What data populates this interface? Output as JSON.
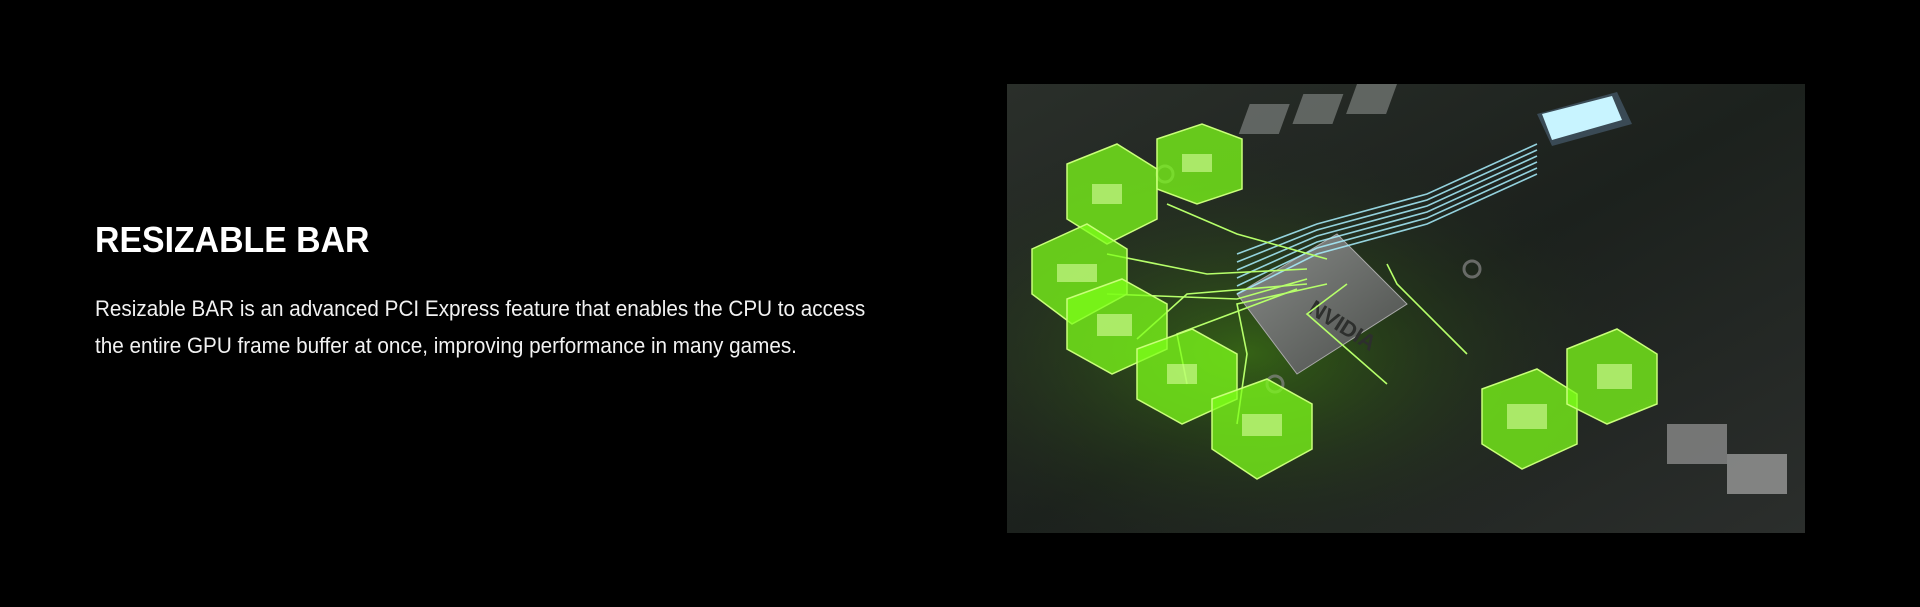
{
  "feature": {
    "title": "RESIZABLE BAR",
    "description": "Resizable BAR is an advanced PCI Express feature that enables the CPU to access the entire GPU frame buffer at once, improving performance in many games."
  },
  "illustration": {
    "chip_logo": "NVIDIA",
    "accent_green": "#7dff1a",
    "trace_cyan": "#a8f0ff"
  }
}
